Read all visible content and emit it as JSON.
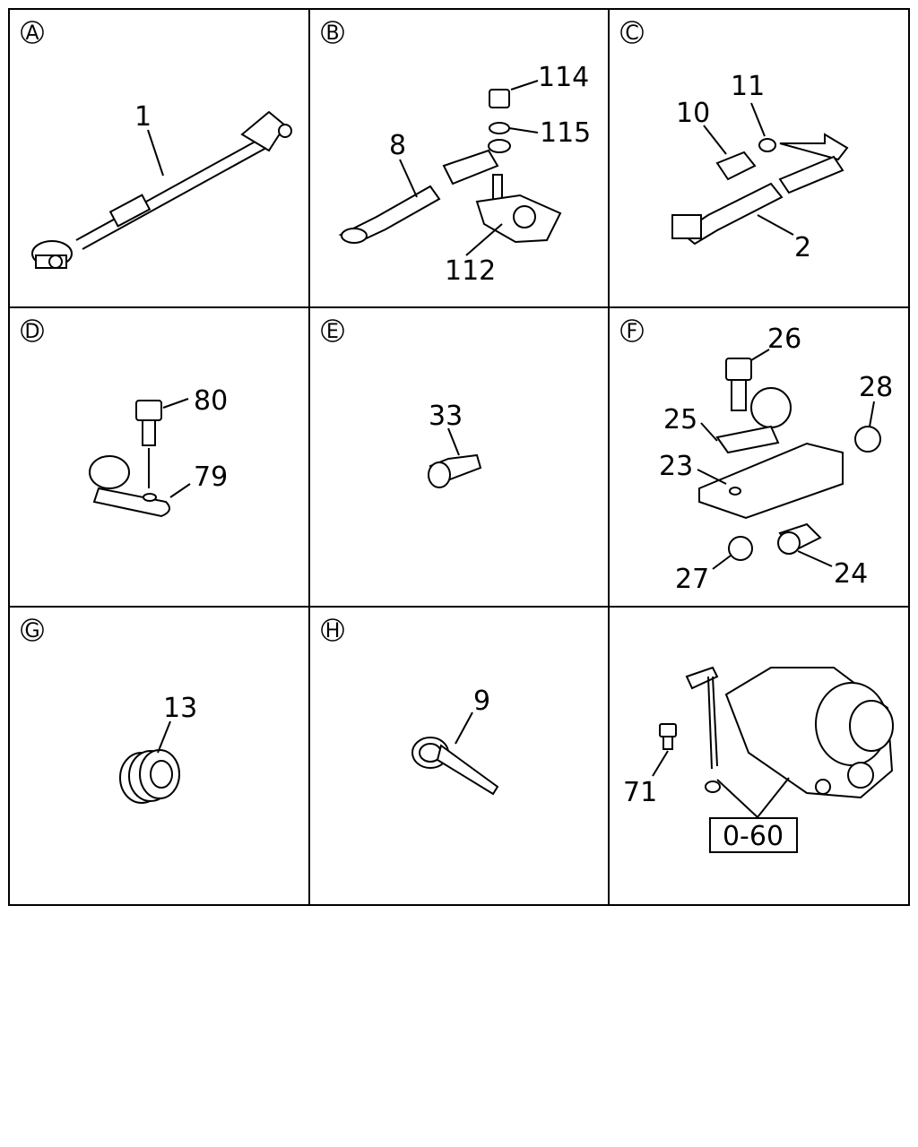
{
  "panels": [
    {
      "letter": "A",
      "labels": [
        "1"
      ]
    },
    {
      "letter": "B",
      "labels": [
        "114",
        "115",
        "8",
        "112"
      ]
    },
    {
      "letter": "C",
      "labels": [
        "11",
        "10",
        "2"
      ]
    },
    {
      "letter": "D",
      "labels": [
        "80",
        "79"
      ]
    },
    {
      "letter": "E",
      "labels": [
        "33"
      ]
    },
    {
      "letter": "F",
      "labels": [
        "26",
        "28",
        "25",
        "23",
        "27",
        "24"
      ]
    },
    {
      "letter": "G",
      "labels": [
        "13"
      ]
    },
    {
      "letter": "H",
      "labels": [
        "9"
      ]
    },
    {
      "letter": "",
      "labels": [
        "71"
      ],
      "ref_box": "0-60"
    }
  ]
}
